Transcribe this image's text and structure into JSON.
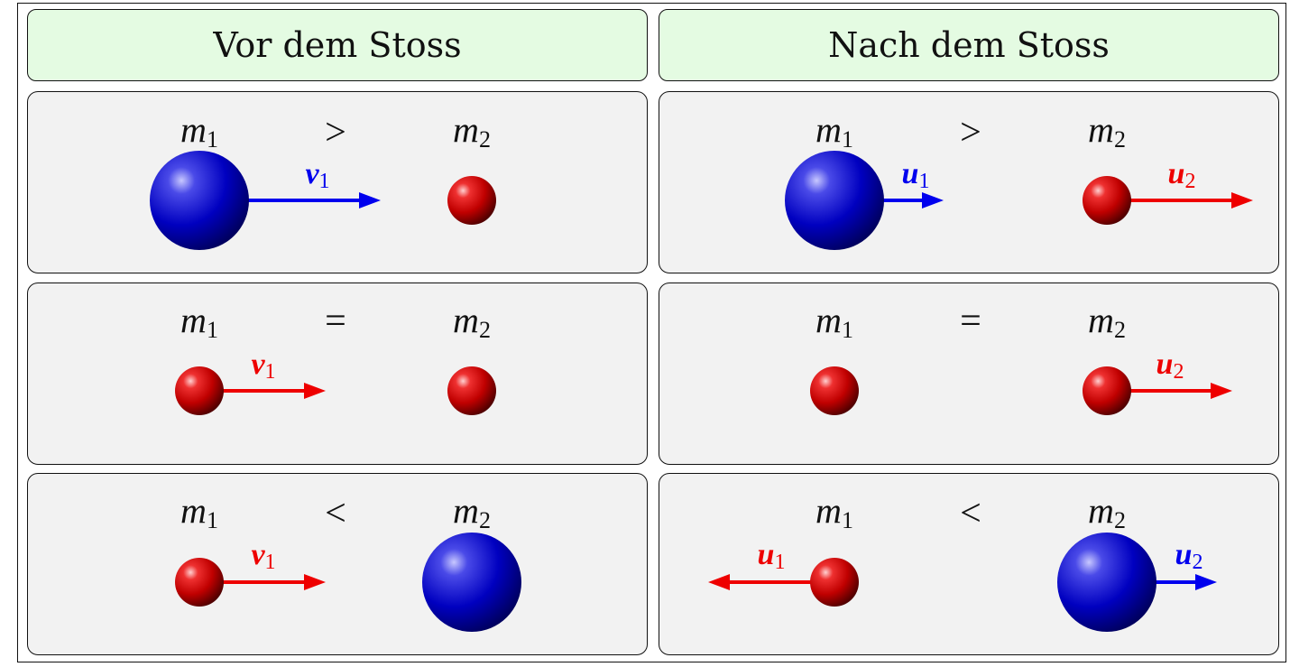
{
  "headers": {
    "before": "Vor dem Stoss",
    "after": "Nach dem Stoss"
  },
  "rows": [
    {
      "relation": ">",
      "m1": "m",
      "m1_sub": "1",
      "m2": "m",
      "m2_sub": "2",
      "before": {
        "v1_label": "v",
        "v1_sub": "1",
        "v1_color": "#0000ee"
      },
      "after": {
        "u1_label": "u",
        "u1_sub": "1",
        "u1_color": "#0000ee",
        "u2_label": "u",
        "u2_sub": "2",
        "u2_color": "#ee0000"
      }
    },
    {
      "relation": "=",
      "m1": "m",
      "m1_sub": "1",
      "m2": "m",
      "m2_sub": "2",
      "before": {
        "v1_label": "v",
        "v1_sub": "1",
        "v1_color": "#ee0000"
      },
      "after": {
        "u2_label": "u",
        "u2_sub": "2",
        "u2_color": "#ee0000"
      }
    },
    {
      "relation": "<",
      "m1": "m",
      "m1_sub": "1",
      "m2": "m",
      "m2_sub": "2",
      "before": {
        "v1_label": "v",
        "v1_sub": "1",
        "v1_color": "#ee0000"
      },
      "after": {
        "u1_label": "u",
        "u1_sub": "1",
        "u1_color": "#ee0000",
        "u2_label": "u",
        "u2_sub": "2",
        "u2_color": "#0000ee"
      }
    }
  ],
  "colors": {
    "heavy_ball": "#0000cc",
    "light_ball": "#cc0000",
    "header_bg": "#e4fbe2",
    "panel_bg": "#f2f2f2"
  }
}
